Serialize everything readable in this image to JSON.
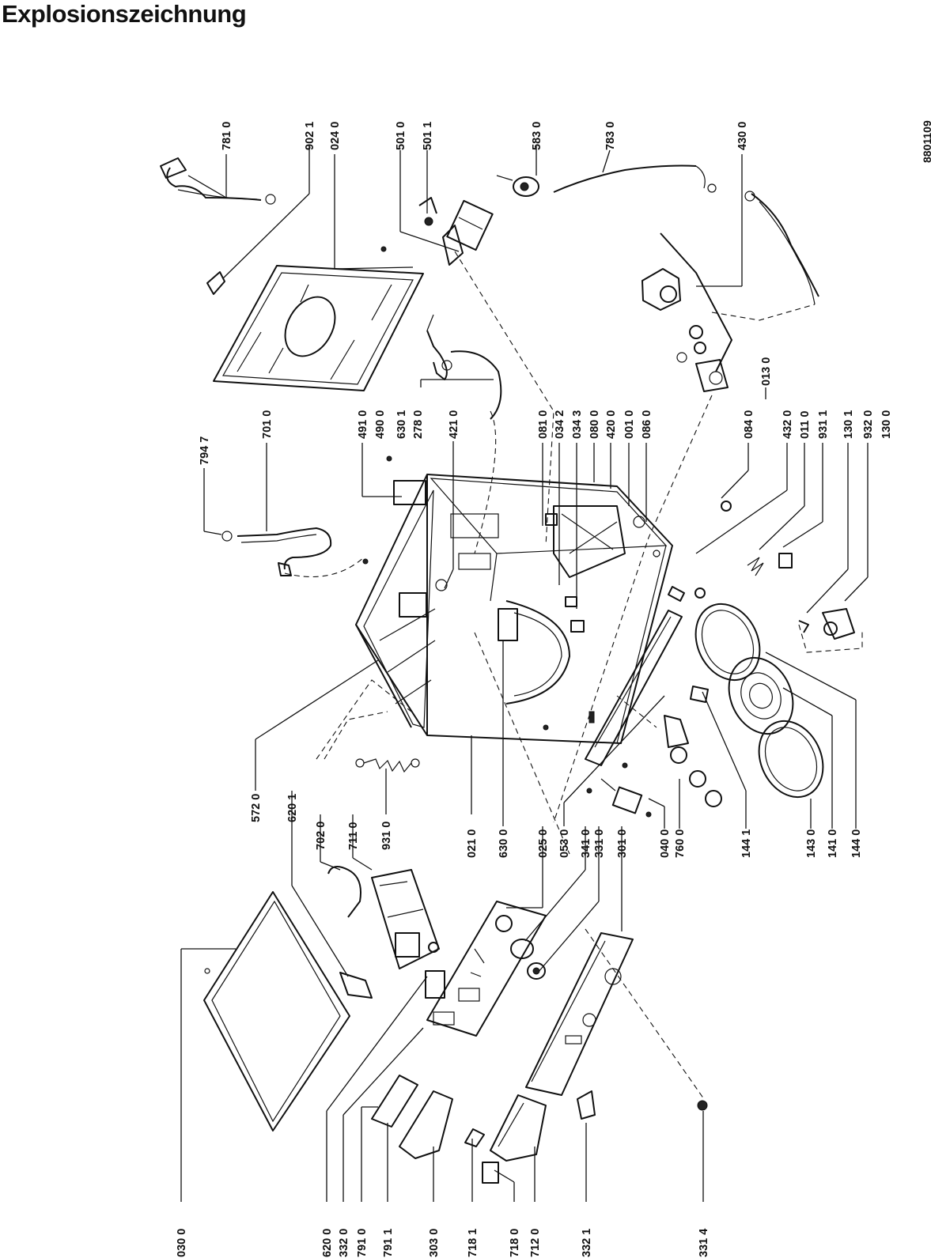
{
  "title": "Explosionszeichnung",
  "document_number": "8801109",
  "labels_top_row": [
    "781 0",
    "902 1",
    "024 0",
    "501 0",
    "501 1",
    "583 0",
    "783 0",
    "430 0"
  ],
  "labels_middle_row": [
    "794 7",
    "701 0",
    "491 0",
    "490 0",
    "630 1",
    "278 0",
    "421 0",
    "081 0",
    "034 2",
    "034 3",
    "080 0",
    "420 0",
    "001 0",
    "086 0",
    "084 0",
    "013 0",
    "432 0",
    "011 0",
    "931 1",
    "130 1",
    "932 0",
    "130 0"
  ],
  "labels_lower_row": [
    "572 0",
    "620 1",
    "702 0",
    "711 0",
    "931 0",
    "021 0",
    "630 0",
    "025 0",
    "053 0",
    "341 0",
    "331 0",
    "301 0",
    "040 0",
    "760 0",
    "144 1",
    "143 0",
    "141 0",
    "144 0"
  ],
  "labels_bottom_row": [
    "030 0",
    "620 0",
    "332 0",
    "791 0",
    "791 1",
    "303 0",
    "718 1",
    "718 0",
    "712 0",
    "332 1",
    "331 4"
  ]
}
